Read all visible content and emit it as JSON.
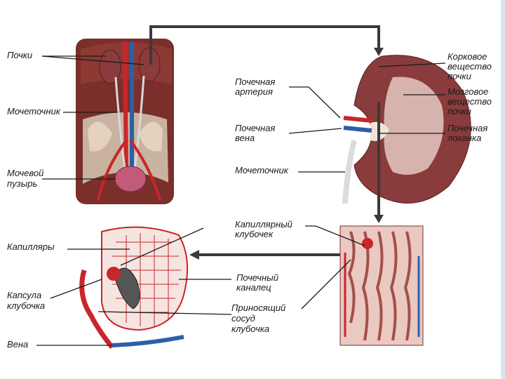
{
  "labels": {
    "kidneys": "Почки",
    "ureter_left": "Мочеточник",
    "bladder_1": "Мочевой",
    "bladder_2": "пузырь",
    "renal_artery_1": "Почечная",
    "renal_artery_2": "артерия",
    "renal_vein_1": "Почечная",
    "renal_vein_2": "вена",
    "ureter_right": "Мочеточник",
    "cortex_1": "Корковое",
    "cortex_2": "вещество",
    "cortex_3": "почки",
    "medulla_1": "Мозговое",
    "medulla_2": "вещество",
    "medulla_3": "почки",
    "pelvis_1": "Почечная",
    "pelvis_2": "лоханка",
    "capillary_glomerulus_1": "Капиллярный",
    "capillary_glomerulus_2": "клубочек",
    "capillaries": "Капилляры",
    "capsule_1": "Капсула",
    "capsule_2": "клубочка",
    "tubule_1": "Почечный",
    "tubule_2": "каналец",
    "afferent_1": "Приносящий",
    "afferent_2": "сосуд",
    "afferent_3": "клубочка",
    "vein": "Вена"
  },
  "colors": {
    "background": "#ffffff",
    "torso": "#7a2f2a",
    "kidney": "#8a3b3b",
    "artery": "#c8262a",
    "vein": "#2e5ea8",
    "arrow": "#3a3a3a",
    "tissue": "#e9c9c2"
  }
}
